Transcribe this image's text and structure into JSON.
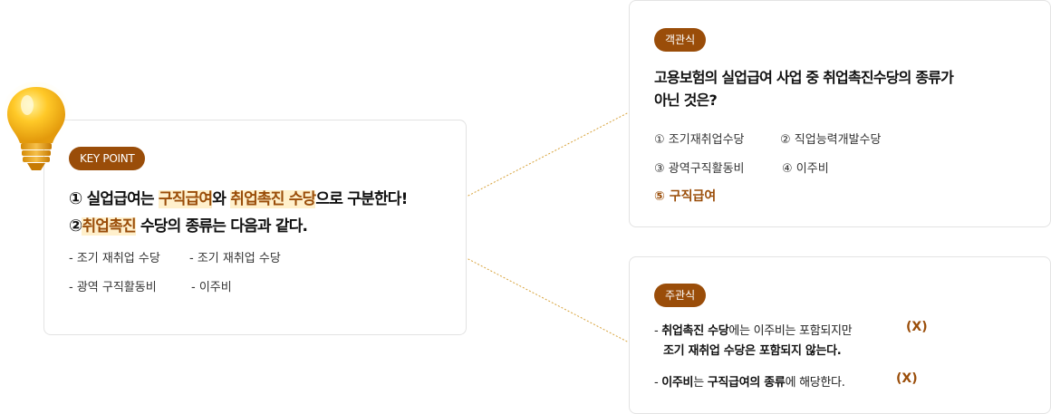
{
  "keypoint": {
    "badge": "KEY POINT",
    "line1": {
      "num": "①",
      "part1": " 실업급여는 ",
      "hl1": "구직급여",
      "part2": "와 ",
      "hl2": "취업촉진 수당",
      "part3": "으로 구분한다!"
    },
    "line2": {
      "num": "②",
      "hl": "취업촉진",
      "part": " 수당의 종류는 다음과 같다."
    },
    "items": [
      "- 조기 재취업 수당",
      "- 조기 재취업 수당",
      "- 광역 구직활동비",
      "- 이주비"
    ]
  },
  "objective": {
    "badge": "객관식",
    "question_line1": "고용보험의 실업급여 사업 중 취업촉진수당의 종류가",
    "question_line2": "아닌 것은?",
    "options": [
      "① 조기재취업수당",
      "② 직업능력개발수당",
      "③ 광역구직활동비",
      "④ 이주비",
      "⑤ 구직급여"
    ]
  },
  "subjective": {
    "badge": "주관식",
    "s1_prefix": "- ",
    "s1_bold1": "취업촉진 수당",
    "s1_text1": "에는 이주비는 포함되지만",
    "s1_bold2": "조기 재취업 수당은 포함되지 않는다.",
    "s1_mark": "(X)",
    "s2_prefix": "- ",
    "s2_bold1": "이주비",
    "s2_text1": "는 ",
    "s2_bold2": "구직급여의 종류",
    "s2_text2": "에 해당한다.",
    "s2_mark": "(X)"
  },
  "colors": {
    "accent": "#9a4d09",
    "highlight_bg": "#fff0cc",
    "bulb": "#f7b515"
  }
}
